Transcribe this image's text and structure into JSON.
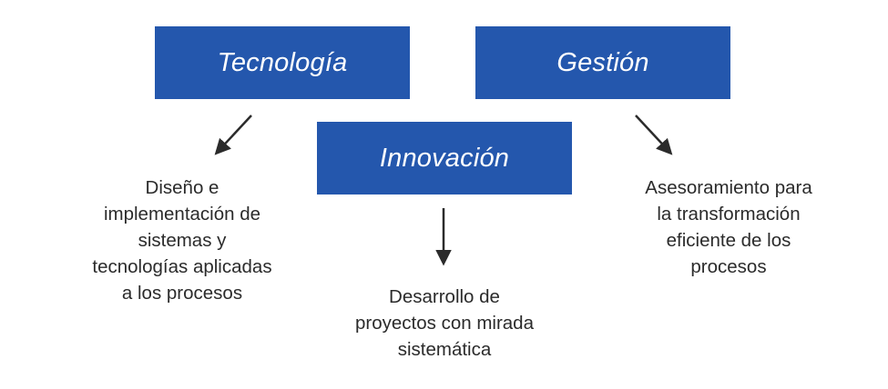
{
  "boxes": {
    "tecnologia": "Tecnología",
    "gestion": "Gestión",
    "innovacion": "Innovación"
  },
  "descriptions": {
    "tecnologia": "Diseño e\nimplementación de\nsistemas y\ntecnologías aplicadas\na los procesos",
    "innovacion": "Desarrollo de\nproyectos con mirada\nsistemática",
    "gestion": "Asesoramiento para\nla transformación\neficiente de los\nprocesos"
  },
  "colors": {
    "box_fill": "#2457ad",
    "box_text": "#ffffff",
    "body_text": "#2b2b2b",
    "arrow": "#2b2b2b"
  }
}
